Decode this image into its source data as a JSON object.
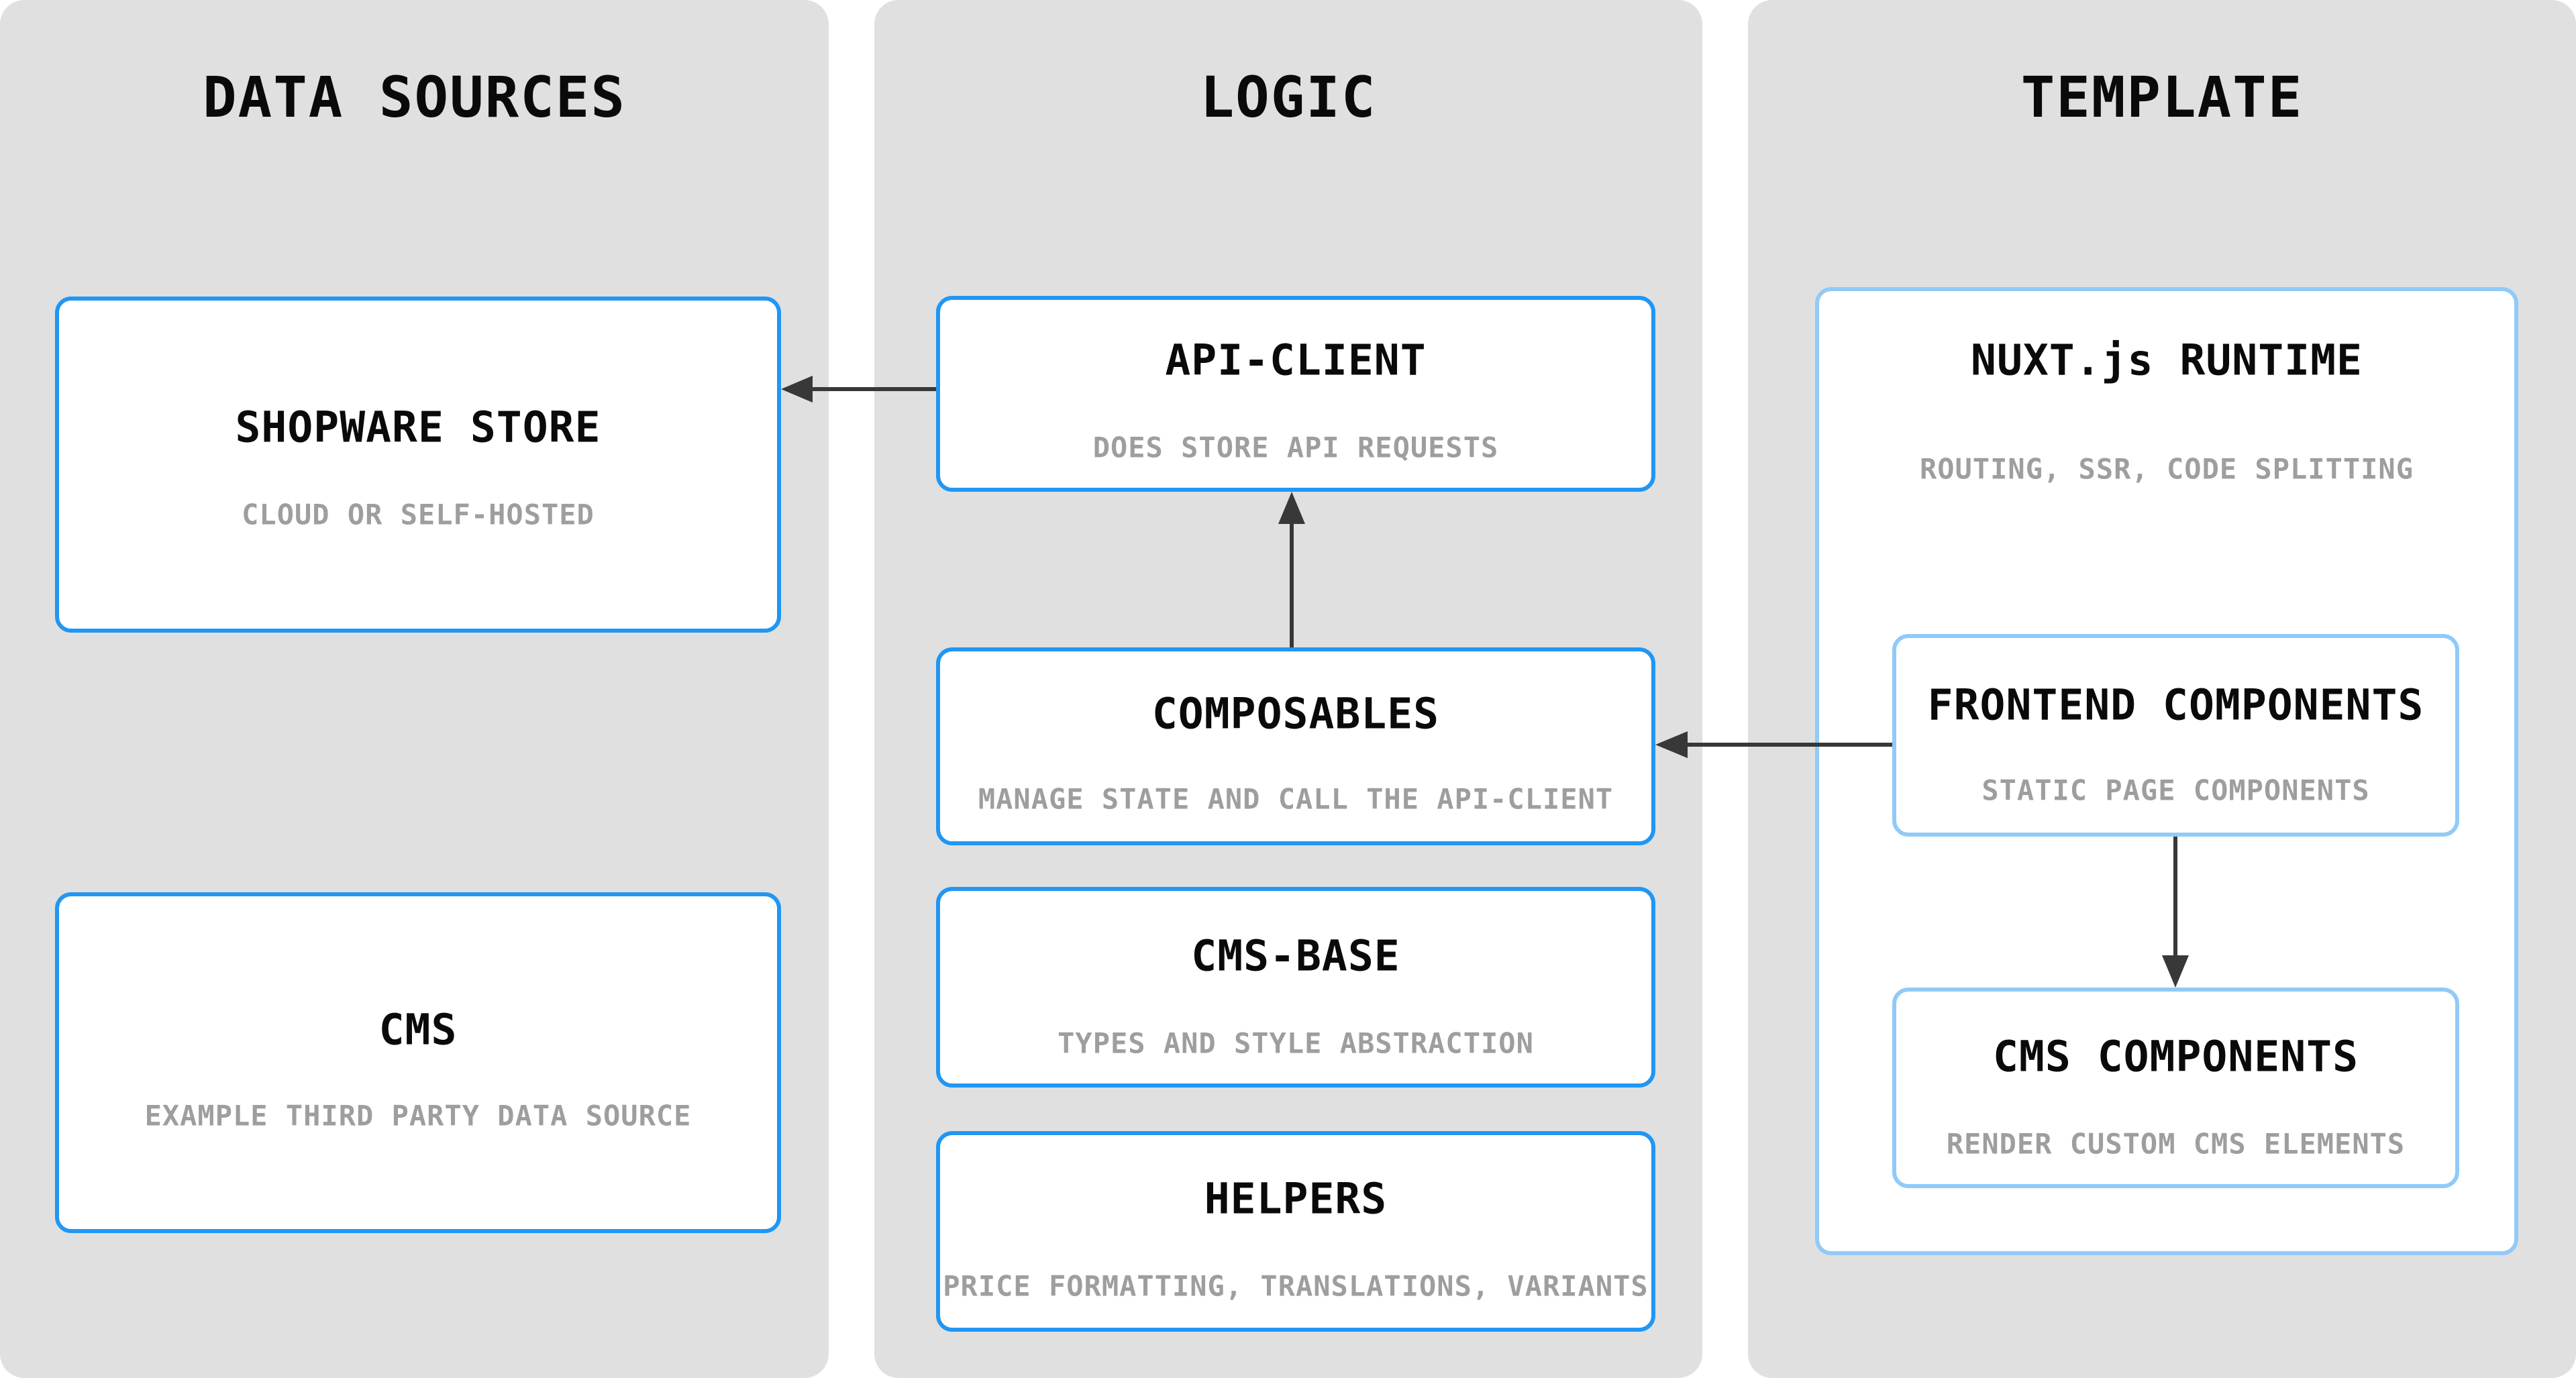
{
  "colors": {
    "column_bg": "#e0e0e0",
    "box_bg": "#ffffff",
    "box_border_strong": "#2196f3",
    "box_border_light": "#90caf9",
    "title_text": "#0a0a0a",
    "subtitle_text": "#9e9e9e",
    "arrow": "#383838"
  },
  "columns": [
    {
      "title": "DATA SOURCES",
      "boxes": [
        {
          "title": "SHOPWARE STORE",
          "subtitle": "CLOUD OR SELF-HOSTED"
        },
        {
          "title": "CMS",
          "subtitle": "EXAMPLE THIRD PARTY DATA SOURCE"
        }
      ]
    },
    {
      "title": "LOGIC",
      "boxes": [
        {
          "title": "API-CLIENT",
          "subtitle": "DOES STORE API REQUESTS"
        },
        {
          "title": "COMPOSABLES",
          "subtitle": "MANAGE STATE AND CALL THE API-CLIENT"
        },
        {
          "title": "CMS-BASE",
          "subtitle": "TYPES AND STYLE ABSTRACTION"
        },
        {
          "title": "HELPERS",
          "subtitle": "PRICE FORMATTING, TRANSLATIONS, VARIANTS"
        }
      ]
    },
    {
      "title": "TEMPLATE",
      "boxes": [
        {
          "title": "NUXT.js RUNTIME",
          "subtitle": "ROUTING, SSR, CODE SPLITTING",
          "children": [
            {
              "title": "FRONTEND COMPONENTS",
              "subtitle": "STATIC PAGE COMPONENTS"
            },
            {
              "title": "CMS COMPONENTS",
              "subtitle": "RENDER CUSTOM CMS ELEMENTS"
            }
          ]
        }
      ]
    }
  ],
  "arrows": [
    {
      "from": "API-CLIENT",
      "to": "SHOPWARE STORE"
    },
    {
      "from": "COMPOSABLES",
      "to": "API-CLIENT"
    },
    {
      "from": "FRONTEND COMPONENTS",
      "to": "COMPOSABLES"
    },
    {
      "from": "FRONTEND COMPONENTS",
      "to": "CMS COMPONENTS"
    }
  ]
}
